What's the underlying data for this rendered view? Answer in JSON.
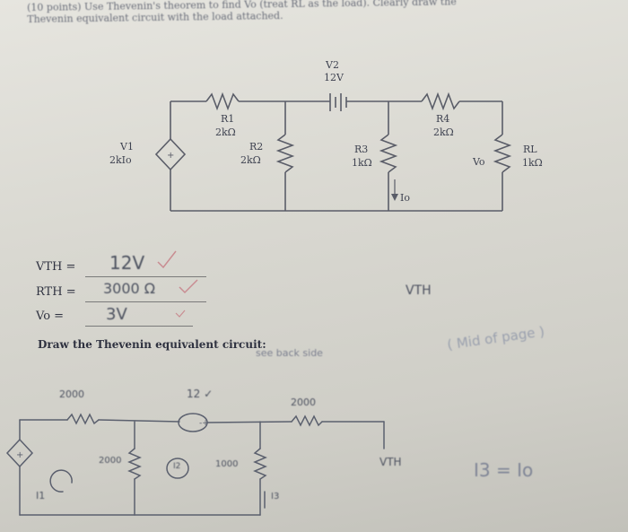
{
  "question": {
    "line1": "(10 points) Use Thevenin's theorem to find Vo (treat RL as the load). Clearly draw the",
    "line2": "Thevenin equivalent circuit with the load attached."
  },
  "circuit": {
    "vs": "V2",
    "vs_value": "12V",
    "v1": "V1",
    "v1_value": "2kIo",
    "r1": "R1",
    "r1_value": "2kΩ",
    "r2": "R2",
    "r2_value": "2kΩ",
    "r3": "R3",
    "r3_value": "1kΩ",
    "r4": "R4",
    "r4_value": "2kΩ",
    "rl": "RL",
    "rl_value": "1kΩ",
    "vo": "Vo",
    "i3": "Io"
  },
  "answers": {
    "vth_label": "VTH =",
    "vth_value": "12V",
    "rth_label": "RTH =",
    "rth_value": "3000 Ω",
    "vo_label": "Vo =",
    "vo_value": "3V"
  },
  "instruction": "Draw the Thevenin equivalent circuit:",
  "notes": {
    "vth_margin": "VTH",
    "see_back": "see back side",
    "mid_page": "( Mid of page )"
  },
  "sketch": {
    "r1": "2000",
    "vs": "12 ✓",
    "r4": "2000",
    "r3": "2000",
    "r2": "1000",
    "i1": "I1",
    "i2": "I2",
    "i3": "I3",
    "vth": "VTH",
    "relation": "I3 = Io"
  }
}
